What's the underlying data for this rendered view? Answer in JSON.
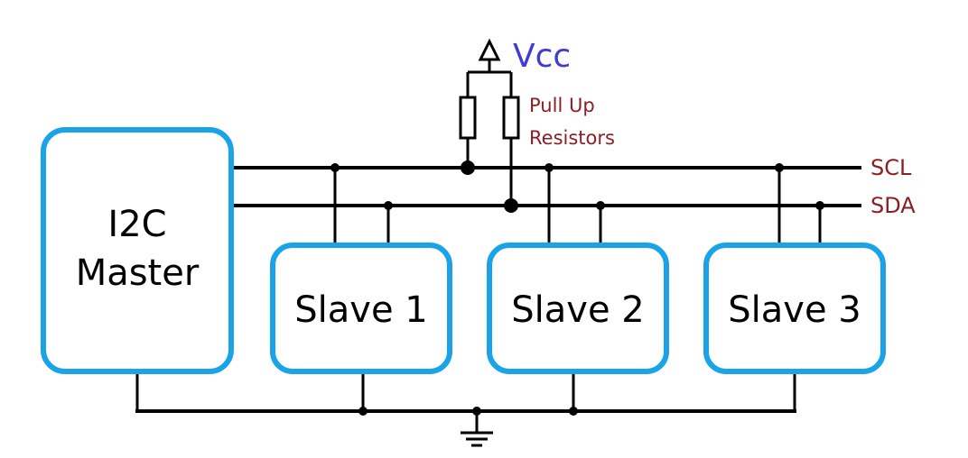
{
  "master": {
    "line1": "I2C",
    "line2": "Master"
  },
  "slaves": [
    {
      "label": "Slave 1"
    },
    {
      "label": "Slave 2"
    },
    {
      "label": "Slave 3"
    }
  ],
  "supply": {
    "label": "Vcc",
    "color": "#3d3dd6"
  },
  "resistors": {
    "line1": "Pull Up",
    "line2": "Resistors"
  },
  "buses": {
    "scl": "SCL",
    "sda": "SDA"
  },
  "colors": {
    "box_border": "#1aa3e8",
    "annotation": "#8a1f24"
  }
}
